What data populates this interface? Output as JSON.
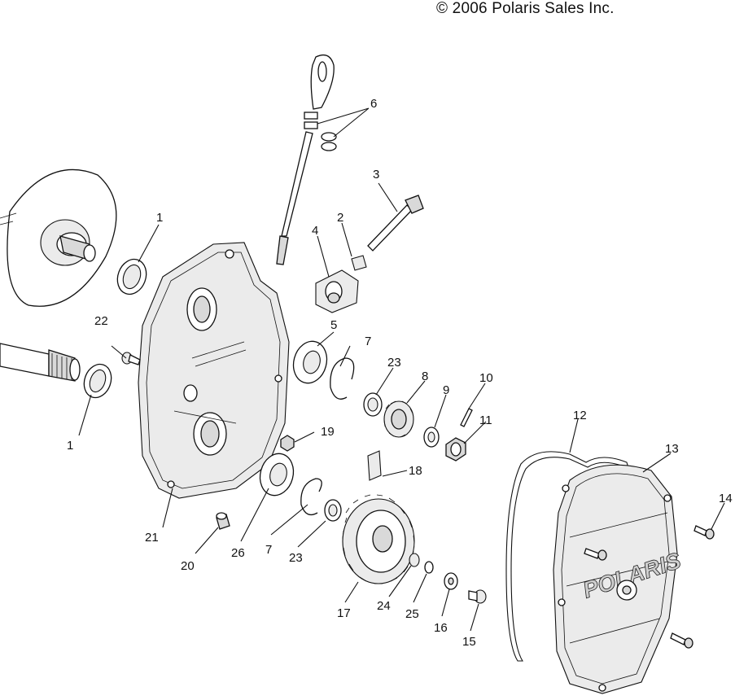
{
  "copyright": "© 2006 Polaris Sales Inc.",
  "cover_logo_text": "POLARIS",
  "callouts": {
    "c1a": "1",
    "c1b": "1",
    "c2": "2",
    "c3": "3",
    "c4": "4",
    "c5": "5",
    "c6": "6",
    "c7a": "7",
    "c7b": "7",
    "c8": "8",
    "c9": "9",
    "c10": "10",
    "c11": "11",
    "c12": "12",
    "c13": "13",
    "c14": "14",
    "c15": "15",
    "c16": "16",
    "c17": "17",
    "c18": "18",
    "c19": "19",
    "c20": "20",
    "c21": "21",
    "c22": "22",
    "c23a": "23",
    "c23b": "23",
    "c24": "24",
    "c25": "25",
    "c26": "26"
  }
}
